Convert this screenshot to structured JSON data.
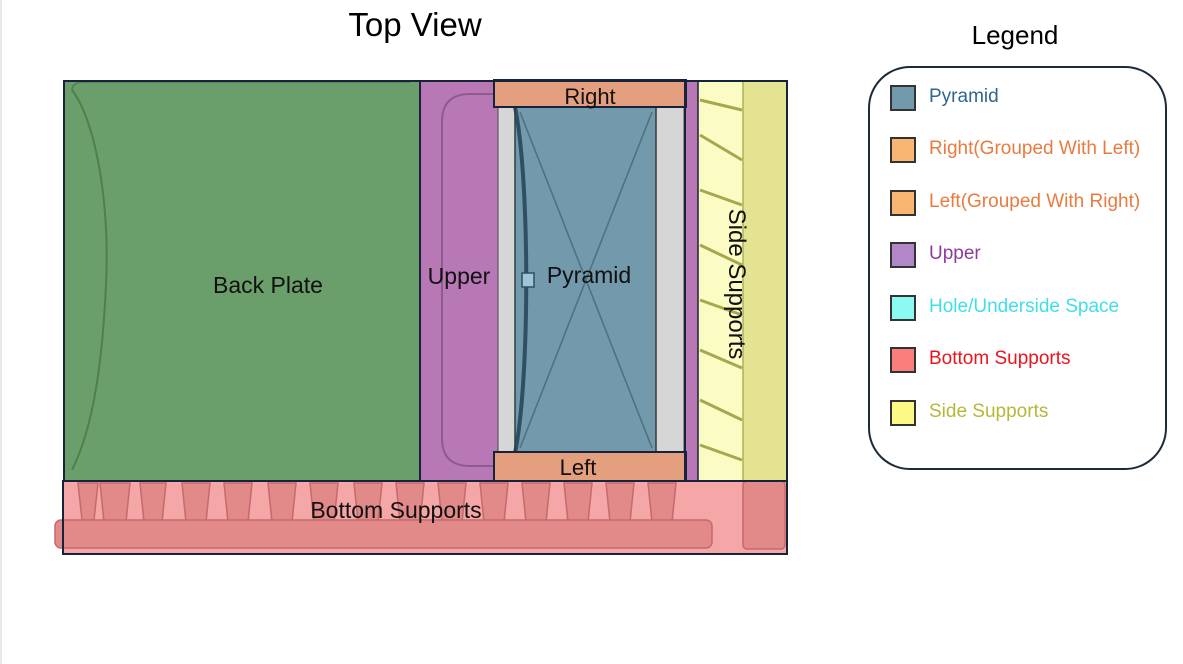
{
  "title": "Top View",
  "legend": {
    "title": "Legend",
    "items": [
      {
        "label": "Pyramid",
        "swatch": "#7399ad",
        "text_color": "#2f6690"
      },
      {
        "label": "Right(Grouped With Left)",
        "swatch": "#f9b673",
        "text_color": "#e97b3f"
      },
      {
        "label": "Left(Grouped With Right)",
        "swatch": "#f9b673",
        "text_color": "#e97b3f"
      },
      {
        "label": "Upper",
        "swatch": "#b287c8",
        "text_color": "#8e3c9c"
      },
      {
        "label": "Hole/Underside Space",
        "swatch": "#8cf9f3",
        "text_color": "#40ddeb"
      },
      {
        "label": "Bottom Supports",
        "swatch": "#fa7f7c",
        "text_color": "#e8151e"
      },
      {
        "label": "Side Supports",
        "swatch": "#fcfa84",
        "text_color": "#b6b73a"
      }
    ]
  },
  "regions": {
    "back_plate": "Back Plate",
    "upper": "Upper",
    "pyramid": "Pyramid",
    "right": "Right",
    "left": "Left",
    "side_supports": "Side Supports",
    "bottom_supports": "Bottom Supports"
  },
  "colors": {
    "back_plate": "#6a9e6a",
    "upper": "#b778b5",
    "pyramid": "#7399ad",
    "right_left": "#e4a07e",
    "side_supports": "#e3e392",
    "bottom_supports": "#f5a6a6",
    "outline": "#16233a"
  }
}
